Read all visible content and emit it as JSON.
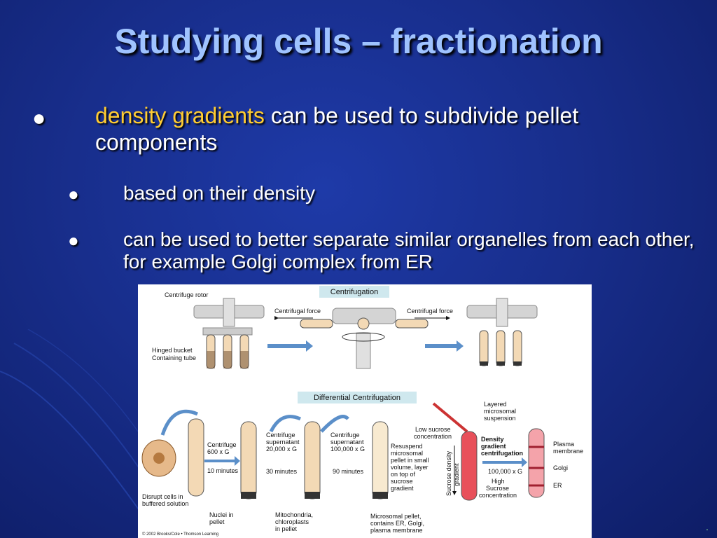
{
  "slide": {
    "title": "Studying cells – fractionation",
    "bullet1": {
      "marker": "●",
      "highlight": "density gradients",
      "rest": " can be used to subdivide pellet components"
    },
    "sub_bullets": [
      {
        "marker": "●",
        "text": "based on their density"
      },
      {
        "marker": "●",
        "text": "can be used to better separate similar organelles from each other, for example Golgi complex from ER"
      }
    ],
    "footer_mark": "."
  },
  "figure": {
    "centrifugation_title": "Centrifugation",
    "centrifuge_rotor": "Centrifuge rotor",
    "centrifugal_force_left": "Centrifugal force",
    "centrifugal_force_right": "Centrifugal force",
    "hinged_bucket": [
      "Hinged bucket",
      "Containing tube"
    ],
    "differential_title": "Differential Centrifugation",
    "disrupt_cells": [
      "Disrupt cells in",
      "buffered solution"
    ],
    "step1": [
      "Centrifuge",
      "600 x G",
      "10 minutes"
    ],
    "nuclei": [
      "Nuclei in",
      "pellet"
    ],
    "step2": [
      "Centrifuge",
      "supernatant",
      "20,000 x G",
      "30 minutes"
    ],
    "mito": [
      "Mitochondria,",
      "chloroplasts",
      "in pellet"
    ],
    "step3": [
      "Centrifuge",
      "supernatant",
      "100,000 x G",
      "90 minutes"
    ],
    "microsomal": [
      "Microsomal pellet,",
      "contains ER, Golgi,",
      "plasma membrane"
    ],
    "resuspend": [
      "Resuspend",
      "microsomal",
      "pellet in small",
      "volume, layer",
      "on top of",
      "sucrose",
      "gradient"
    ],
    "low_sucrose": [
      "Low sucrose",
      "concentration"
    ],
    "sucrose_gradient": [
      "Sucrose density",
      "gradient"
    ],
    "layered": [
      "Layered",
      "microsomal",
      "suspension"
    ],
    "density_label": [
      "Density",
      "gradient",
      "centrifugation"
    ],
    "step4": "100,000 x G",
    "high_sucrose": [
      "High",
      "Sucrose",
      "concentration"
    ],
    "plasma": [
      "Plasma",
      "membrane"
    ],
    "golgi": "Golgi",
    "er": "ER",
    "copyright": "© 2002 Brooks/Cole • Thomson Learning"
  },
  "colors": {
    "title": "#9fc3ff",
    "highlight": "#ffcc33",
    "label_box": "#cfe8ee",
    "arrow": "#5b8fc9",
    "tube_fill": "#f3d9b5",
    "red_tube": "#e8505a"
  }
}
